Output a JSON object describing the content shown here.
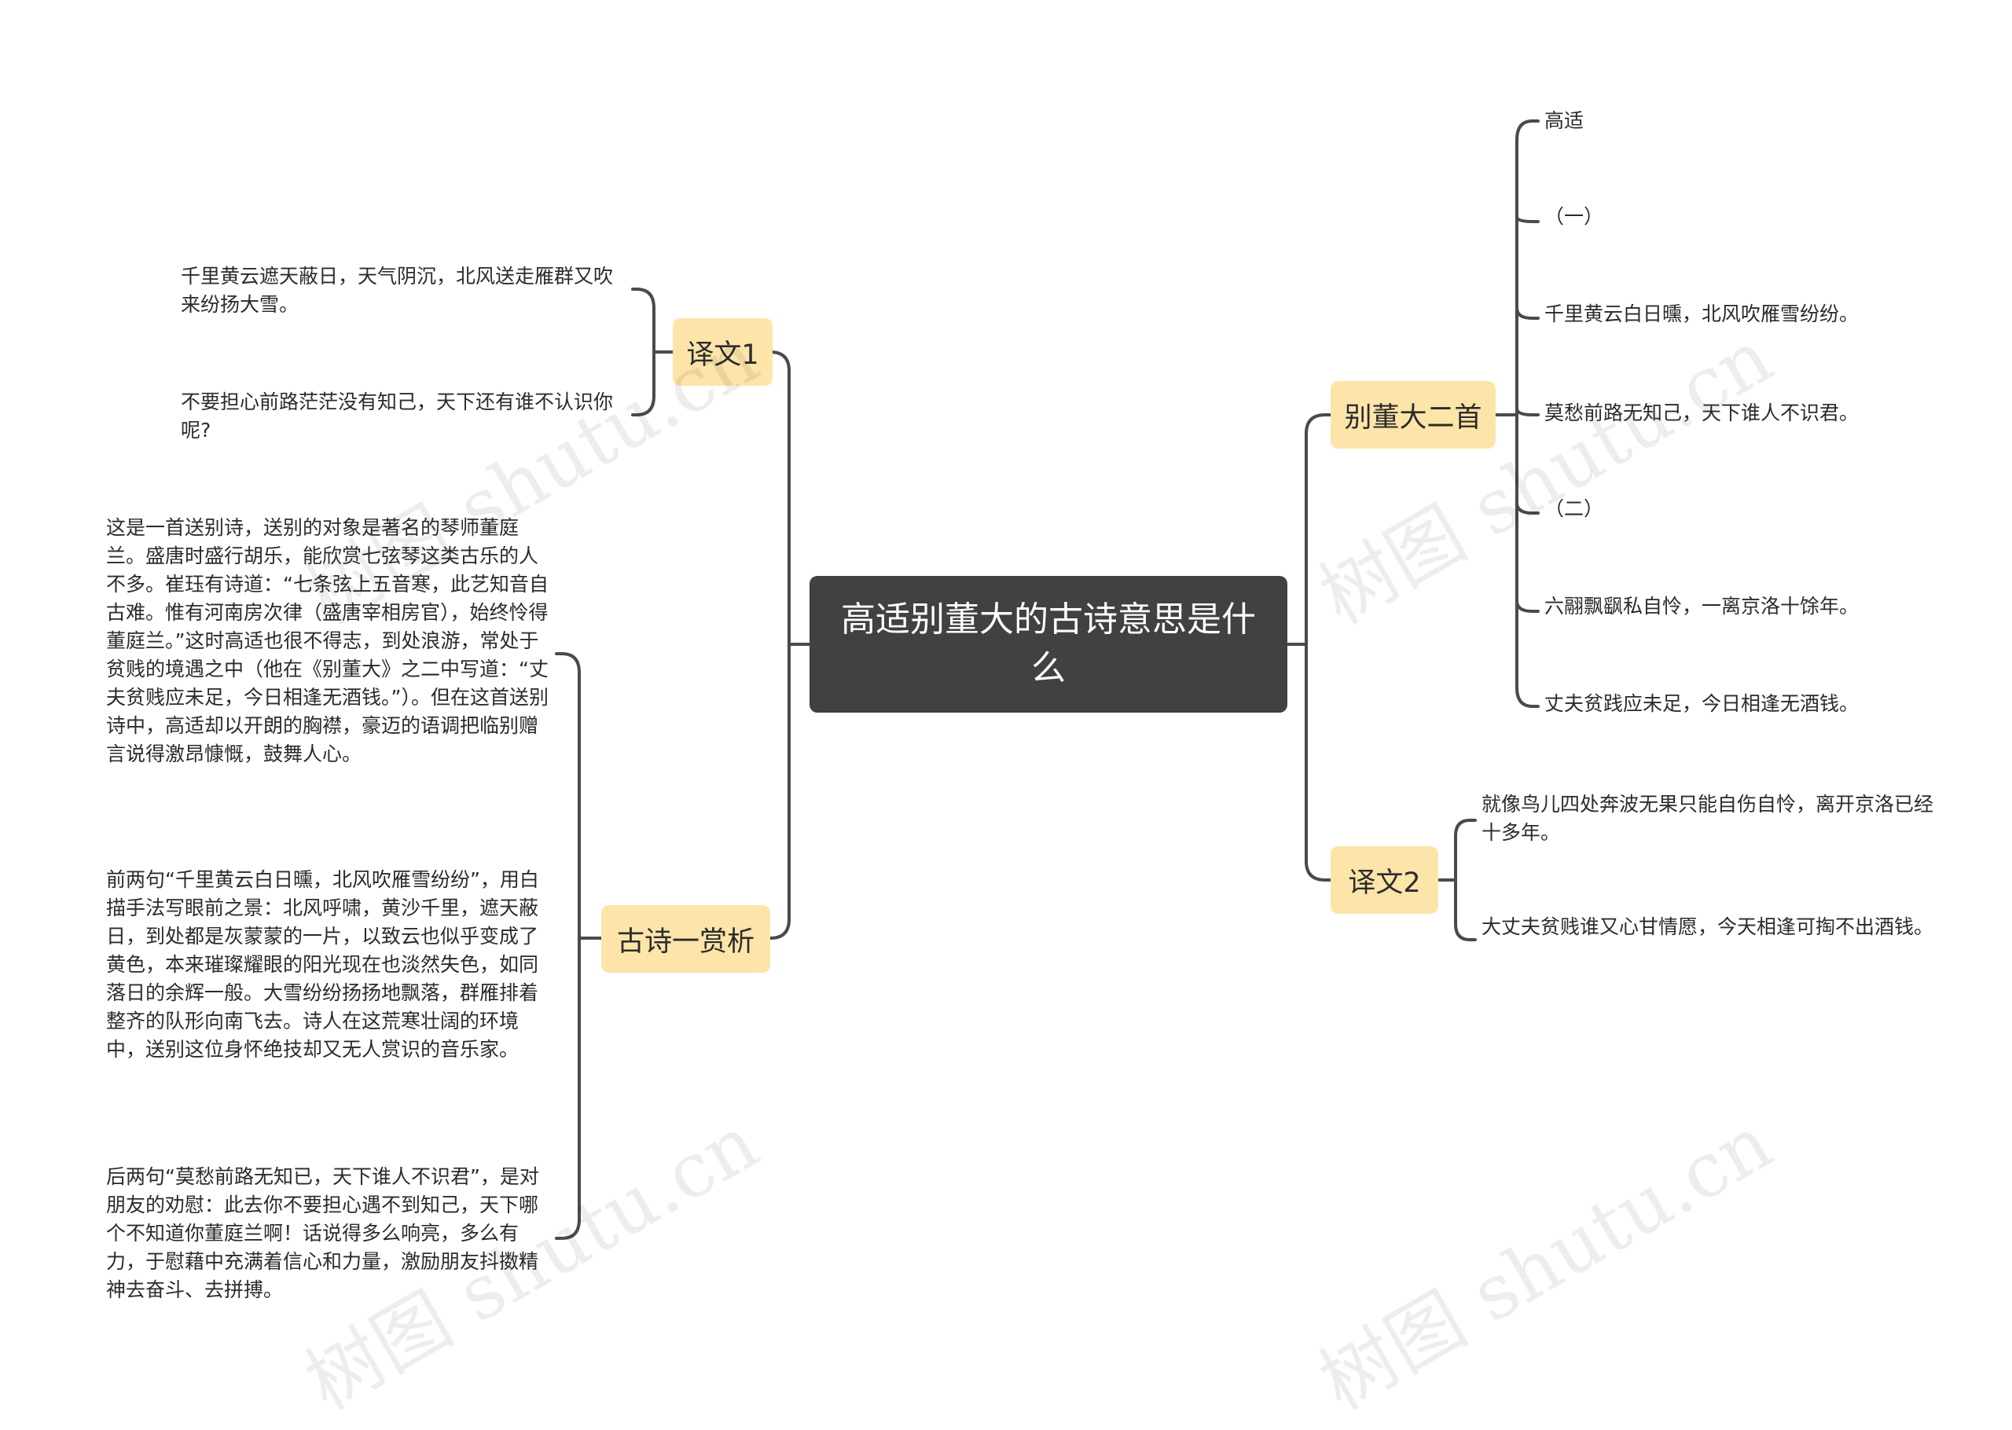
{
  "root": {
    "title": "高适别董大的古诗意思是什么"
  },
  "branches": {
    "yiwen1": {
      "label": "译文1",
      "items": [
        "千里黄云遮天蔽日，天气阴沉，北风送走雁群又吹来纷扬大雪。",
        "不要担心前路茫茫没有知己，天下还有谁不认识你呢?"
      ]
    },
    "shangxi": {
      "label": "古诗一赏析",
      "items": [
        "这是一首送别诗，送别的对象是著名的琴师董庭兰。盛唐时盛行胡乐，能欣赏七弦琴这类古乐的人不多。崔珏有诗道：“七条弦上五音寒，此艺知音自古难。惟有河南房次律（盛唐宰相房官），始终怜得董庭兰。”这时高适也很不得志，到处浪游，常处于贫贱的境遇之中（他在《别董大》之二中写道：“丈夫贫贱应未足，今日相逢无酒钱。”）。但在这首送别诗中，高适却以开朗的胸襟，豪迈的语调把临别赠言说得激昂慷慨，鼓舞人心。",
        "前两句“千里黄云白日曛，北风吹雁雪纷纷”，用白描手法写眼前之景：北风呼啸，黄沙千里，遮天蔽日，到处都是灰蒙蒙的一片，以致云也似乎变成了黄色，本来璀璨耀眼的阳光现在也淡然失色，如同落日的余辉一般。大雪纷纷扬扬地飘落，群雁排着整齐的队形向南飞去。诗人在这荒寒壮阔的环境中，送别这位身怀绝技却又无人赏识的音乐家。",
        "后两句“莫愁前路无知已，天下谁人不识君”，是对朋友的劝慰：此去你不要担心遇不到知己，天下哪个不知道你董庭兰啊！话说得多么响亮，多么有力，于慰藉中充满着信心和力量，激励朋友抖擞精神去奋斗、去拼搏。"
      ]
    },
    "biedongda": {
      "label": "别董大二首",
      "items": [
        "高适",
        "（一）",
        "千里黄云白日曛，北风吹雁雪纷纷。",
        "莫愁前路无知己，天下谁人不识君。",
        "（二）",
        "六翮飘飖私自怜，一离京洛十馀年。",
        "丈夫贫践应未足，今日相逢无酒钱。"
      ]
    },
    "yiwen2": {
      "label": "译文2",
      "items": [
        "就像鸟儿四处奔波无果只能自伤自怜，离开京洛已经十多年。",
        "大丈夫贫贱谁又心甘情愿，今天相逢可掏不出酒钱。"
      ]
    }
  },
  "watermark": "树图 shutu.cn",
  "colors": {
    "root_bg": "#414141",
    "branch_bg": "#fde4a9",
    "line": "#4a4a4a"
  }
}
